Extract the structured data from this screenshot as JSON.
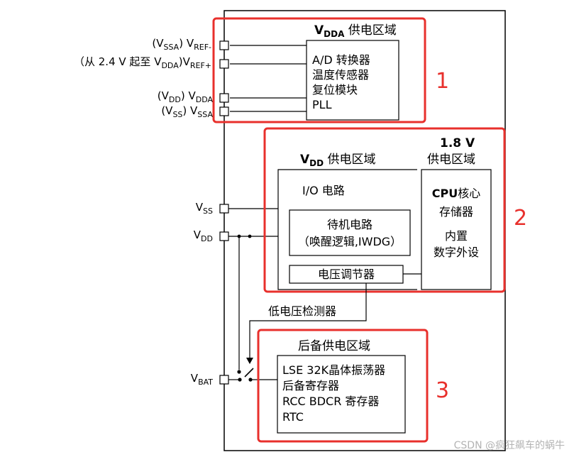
{
  "domains": {
    "vdda": {
      "title_prefix": "V",
      "title_sub": "DDA",
      "title_suffix": " 供电区域",
      "items": [
        "A/D 转换器",
        "温度传感器",
        "复位模块",
        "PLL"
      ],
      "number": "1"
    },
    "core": {
      "number": "2",
      "vdd_area": {
        "title_prefix": "V",
        "title_sub": "DD",
        "title_suffix": " 供电区域",
        "io_label": "I/O 电路",
        "standby_line1": "待机电路",
        "standby_line2": "（唤醒逻辑,IWDG）",
        "regulator": "电压调节器"
      },
      "v18_area": {
        "title_line1": "1.8 V",
        "title_line2": "供电区域",
        "cpu_bold": "CPU",
        "cpu_rest": "核心",
        "memory": "存储器",
        "periph_line1": "内置",
        "periph_line2": "数字外设"
      }
    },
    "backup": {
      "title": "后备供电区域",
      "items": [
        "LSE 32K晶体振荡器",
        "后备寄存器",
        "RCC BDCR 寄存器",
        "RTC"
      ],
      "number": "3"
    }
  },
  "detector_label": "低电压检测器",
  "pins": {
    "vref_minus": {
      "pre": "(V",
      "pre_sub": "SSA",
      "mid": ") V",
      "sub": "REF-"
    },
    "vref_plus": {
      "pre": "（从 2.4 V 起至 V",
      "pre_sub": "DDA",
      "mid": ")V",
      "sub": "REF+"
    },
    "vdda": {
      "pre": "(V",
      "pre_sub": "DD",
      "mid": ")  V",
      "sub": "DDA"
    },
    "vssa": {
      "pre": "(V",
      "pre_sub": "SS",
      "mid": ")  V",
      "sub": "SSA"
    },
    "vss": {
      "main": "V",
      "sub": "SS"
    },
    "vdd": {
      "main": "V",
      "sub": "DD"
    },
    "vbat": {
      "main": "V",
      "sub": "BAT"
    }
  },
  "watermark": "CSDN @疯狂飙车的蜗牛",
  "colors": {
    "highlight": "#e8302c",
    "line": "#000000",
    "watermark": "#b3b3b3"
  }
}
